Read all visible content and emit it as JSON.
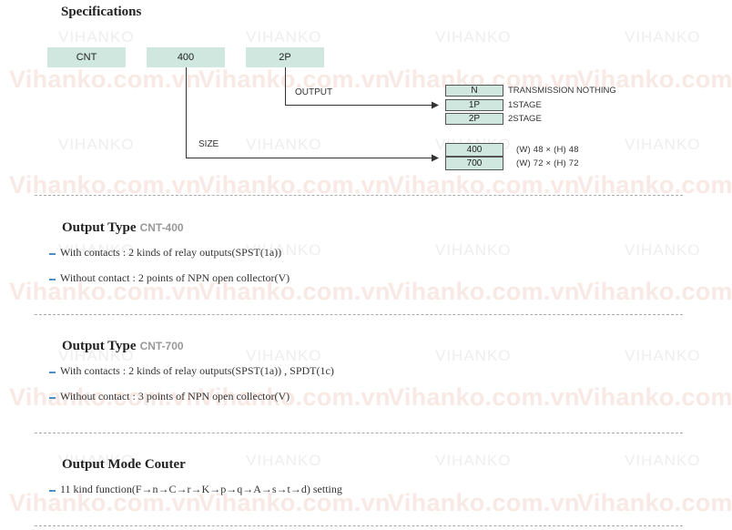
{
  "watermark": {
    "url_text": "Vihanko.com.vn",
    "brand_text": "VIHANKO"
  },
  "specifications": {
    "title": "Specifications",
    "code_boxes": [
      {
        "name": "model",
        "label": "CNT"
      },
      {
        "name": "size",
        "label": "400"
      },
      {
        "name": "output",
        "label": "2P"
      }
    ],
    "output_branch_label": "OUTPUT",
    "size_branch_label": "SIZE",
    "output_options": [
      {
        "code": "N",
        "desc": "TRANSMISSION NOTHING"
      },
      {
        "code": "1P",
        "desc": "1STAGE"
      },
      {
        "code": "2P",
        "desc": "2STAGE"
      }
    ],
    "size_options": [
      {
        "code": "400",
        "desc": "(W)  48 × (H)  48"
      },
      {
        "code": "700",
        "desc": "(W)  72 × (H)  72"
      }
    ]
  },
  "output_type_400": {
    "title": "Output Type",
    "model": "CNT-400",
    "items": [
      "With contacts : 2 kinds of relay outputs(SPST(1a))",
      "Without contact : 2 points of NPN open collector(V)"
    ]
  },
  "output_type_700": {
    "title": "Output Type",
    "model": "CNT-700",
    "items": [
      "With contacts : 2 kinds of relay outputs(SPST(1a)) , SPDT(1c)",
      "Without contact : 3 points of NPN open collector(V)"
    ]
  },
  "output_mode": {
    "title": "Output Mode Couter",
    "items": [
      "11 kind function(F→n→C→r→K→p→q→A→s→t→d) setting"
    ]
  },
  "colors": {
    "box_fill": "#cfe7df",
    "bullet": "#4a90c8",
    "watermark_url": "#f8e9e4",
    "watermark_brand": "#eeeeee"
  }
}
